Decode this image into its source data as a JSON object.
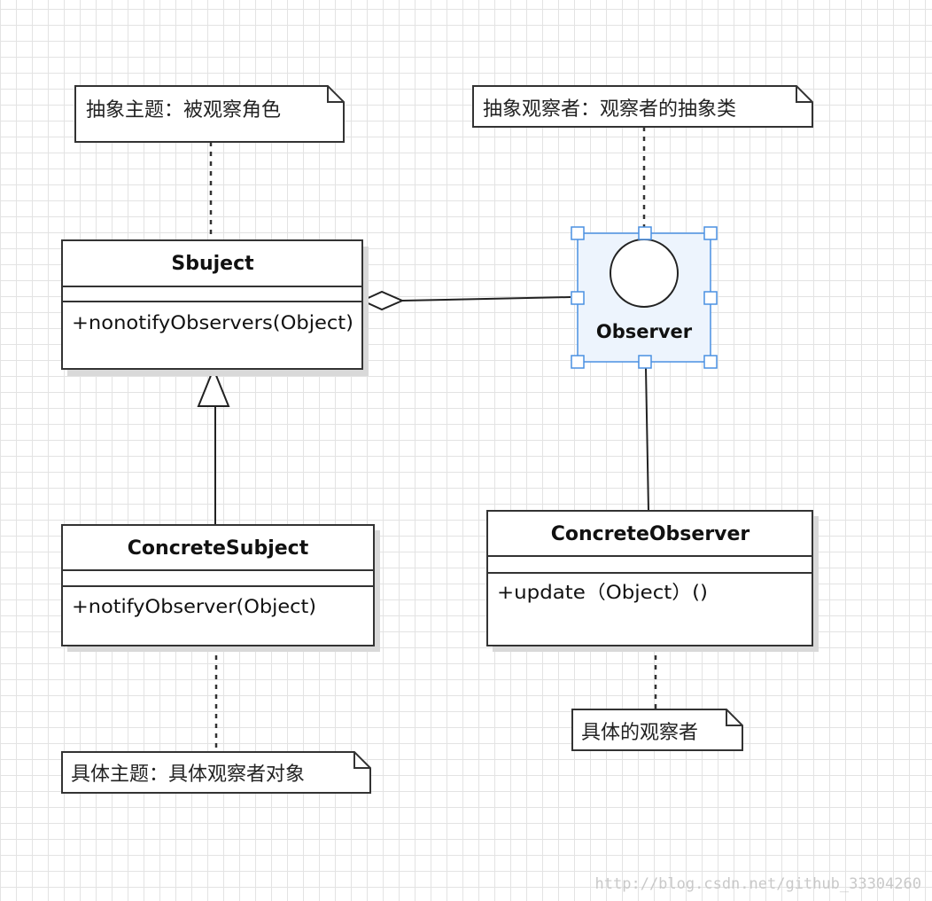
{
  "notes": {
    "abstract_subject": "抽象主题：被观察角色",
    "abstract_observer": "抽象观察者：观察者的抽象类",
    "concrete_subject": "具体主题：具体观察者对象",
    "concrete_observer": "具体的观察者"
  },
  "classes": {
    "subject": {
      "name": "Sbuject",
      "operation": "+nonotifyObservers(Object)"
    },
    "concrete_subject": {
      "name": "ConcreteSubject",
      "operation": "+notifyObserver(Object)"
    },
    "concrete_observer": {
      "name": "ConcreteObserver",
      "operation": "+update（Object）()"
    }
  },
  "interface": {
    "name": "Observer"
  },
  "watermark": "http://blog.csdn.net/github_33304260",
  "colors": {
    "line": "#333333",
    "selection": "#4a90e2",
    "grid": "#e3e3e3",
    "shadow": "#d9d9d9"
  }
}
